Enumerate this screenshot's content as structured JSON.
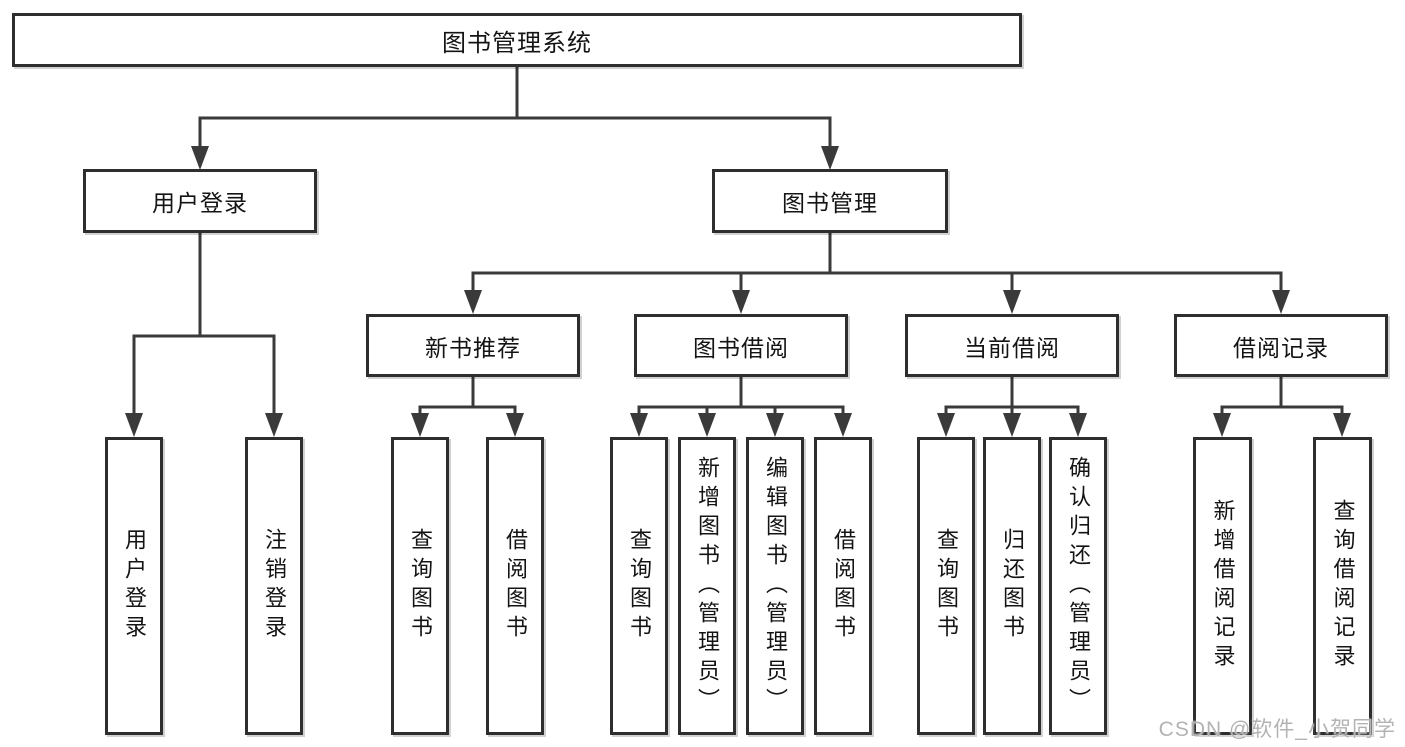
{
  "tree": {
    "root": {
      "label": "图书管理系统"
    },
    "children": [
      {
        "label": "用户登录",
        "children": [
          {
            "label": "用户登录"
          },
          {
            "label": "注销登录"
          }
        ]
      },
      {
        "label": "图书管理",
        "children": [
          {
            "label": "新书推荐",
            "children": [
              {
                "label": "查询图书"
              },
              {
                "label": "借阅图书"
              }
            ]
          },
          {
            "label": "图书借阅",
            "children": [
              {
                "label": "查询图书"
              },
              {
                "label": "新增图书（管理员）"
              },
              {
                "label": "编辑图书（管理员）"
              },
              {
                "label": "借阅图书"
              }
            ]
          },
          {
            "label": "当前借阅",
            "children": [
              {
                "label": "查询图书"
              },
              {
                "label": "归还图书"
              },
              {
                "label": "确认归还（管理员）"
              }
            ]
          },
          {
            "label": "借阅记录",
            "children": [
              {
                "label": "新增借阅记录"
              },
              {
                "label": "查询借阅记录"
              }
            ]
          }
        ]
      }
    ]
  },
  "watermark": {
    "text": "CSDN @软件_小贺同学"
  },
  "colors": {
    "line": "#3a3a3a",
    "box_border": "#2e2e2e",
    "box_bg": "#ffffff",
    "text": "#141414",
    "watermark": "#b3b3b3",
    "background": "#ffffff"
  }
}
